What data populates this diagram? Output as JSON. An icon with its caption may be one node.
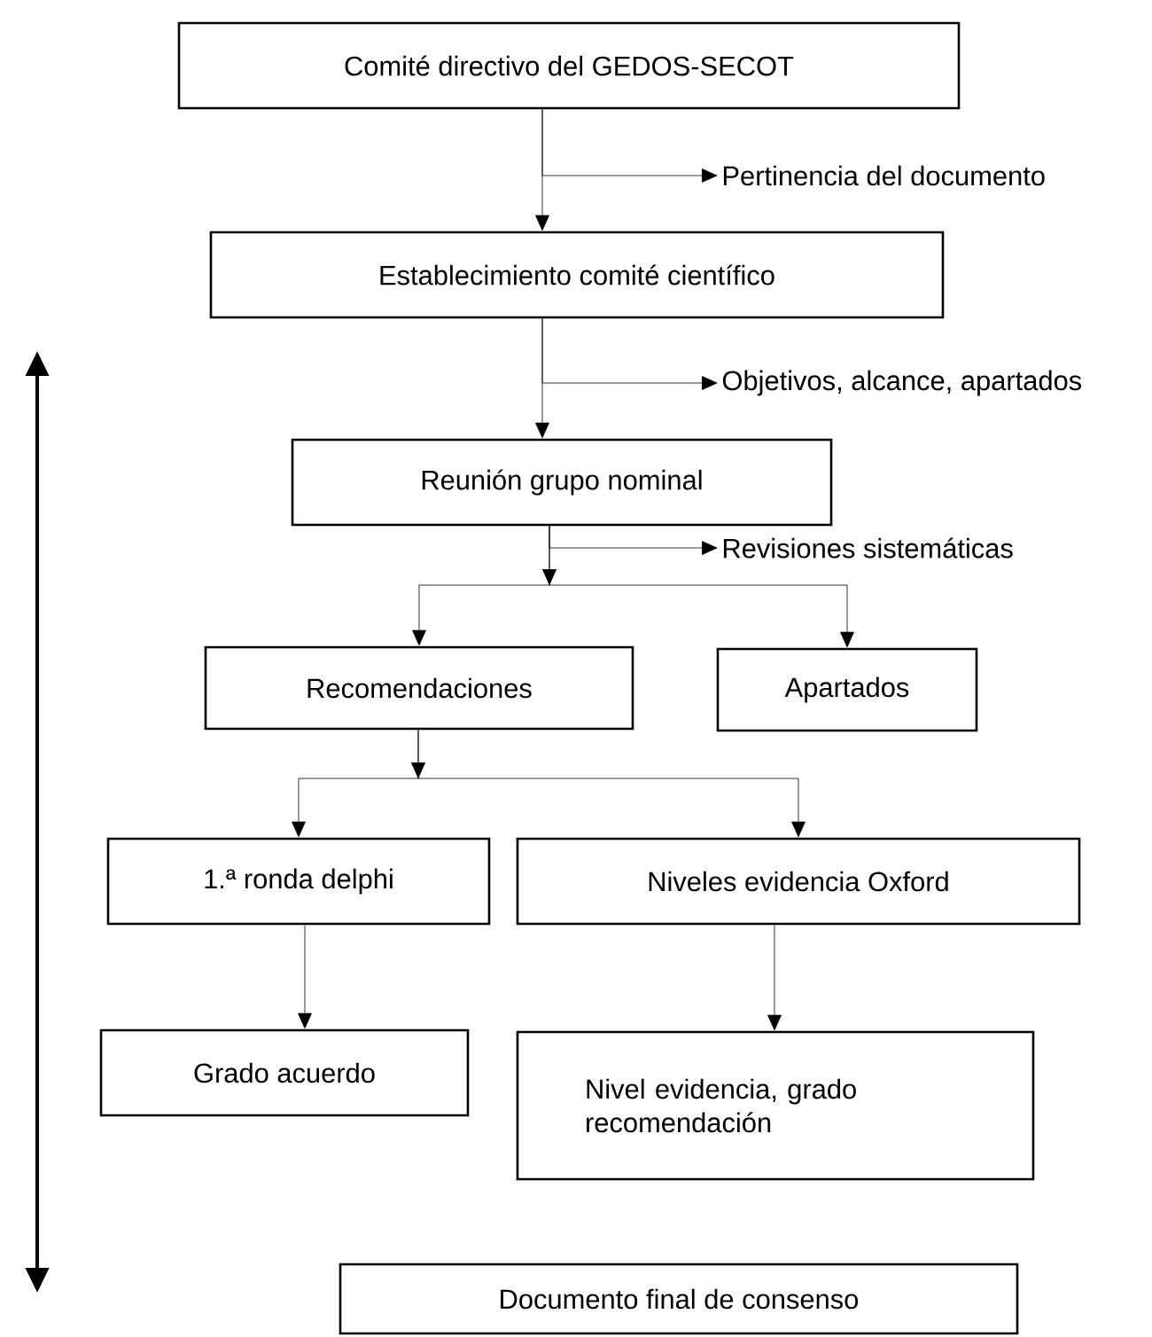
{
  "diagram": {
    "nodes": [
      {
        "text": [
          "Comité directivo del GEDOS-SECOT"
        ]
      },
      {
        "text": [
          "Pertinencia del documento"
        ]
      },
      {
        "text": [
          "Establecimiento comité científico"
        ]
      },
      {
        "text": [
          "Objetivos, alcance, apartados"
        ]
      },
      {
        "text": [
          "Reunión grupo nominal"
        ]
      },
      {
        "text": [
          "Revisiones sistemáticas"
        ]
      },
      {
        "text": [
          "Recomendaciones"
        ]
      },
      {
        "text": [
          "Apartados"
        ]
      },
      {
        "text": [
          "1.ª ronda delphi"
        ]
      },
      {
        "text": [
          "Niveles evidencia Oxford"
        ]
      },
      {
        "text": [
          "Grado acuerdo"
        ]
      },
      {
        "text": [
          "Nivel evidencia, grado recomendación"
        ]
      },
      {
        "text": [
          "Documento final de consenso"
        ]
      }
    ],
    "edges": [
      {
        "from": 0,
        "to": 2,
        "arrow": "to"
      },
      {
        "from": 0,
        "to": 1,
        "arrow": "to"
      },
      {
        "from": 2,
        "to": 4,
        "arrow": "to"
      },
      {
        "from": 2,
        "to": 3,
        "arrow": "to"
      },
      {
        "from": 4,
        "to": 6,
        "arrow": "to"
      },
      {
        "from": 4,
        "to": 7,
        "arrow": "to"
      },
      {
        "from": 4,
        "to": 5,
        "arrow": "to"
      },
      {
        "from": 6,
        "to": 8,
        "arrow": "to"
      },
      {
        "from": 6,
        "to": 9,
        "arrow": "to"
      },
      {
        "from": 8,
        "to": 10,
        "arrow": "to"
      },
      {
        "from": 9,
        "to": 11,
        "arrow": "to"
      }
    ]
  }
}
